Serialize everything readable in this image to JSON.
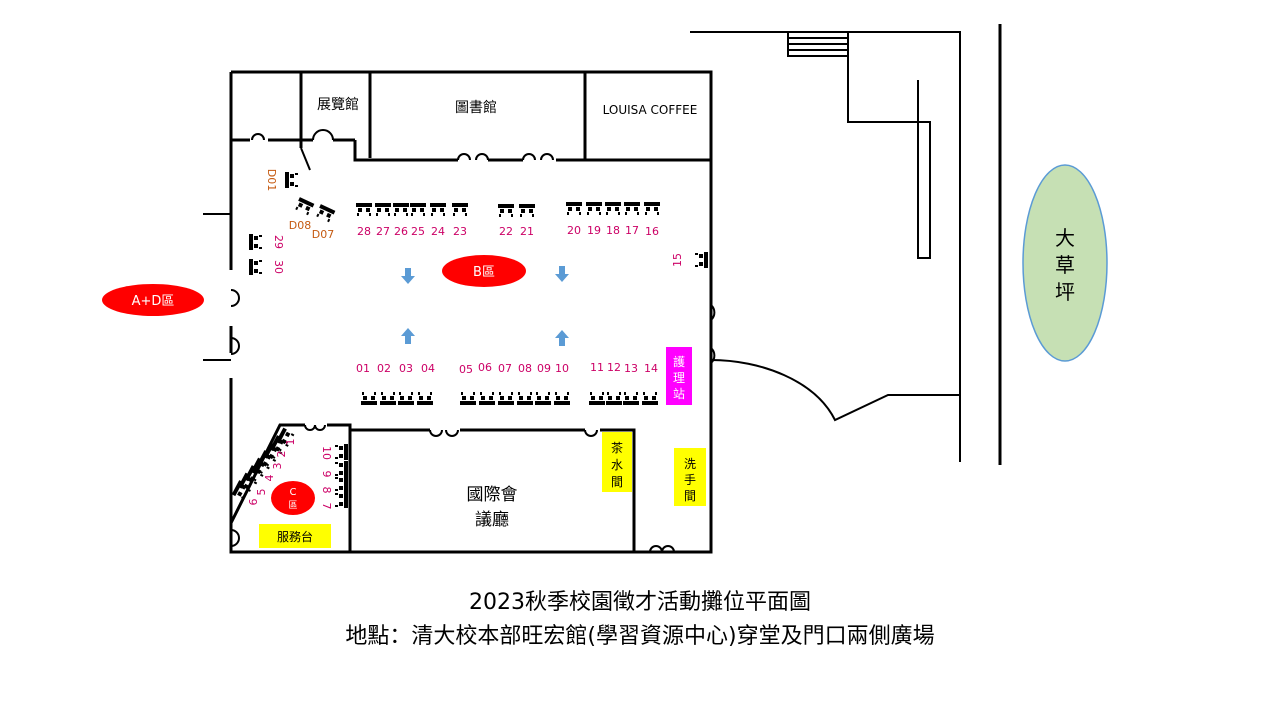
{
  "rooms": {
    "exhibition_hall": "展覽館",
    "library": "圖書館",
    "louisa": "LOUISA COFFEE",
    "conference_line1": "國際會",
    "conference_line2": "議廳",
    "tea_room": [
      "茶",
      "水",
      "間"
    ],
    "restroom": [
      "洗",
      "手",
      "間"
    ],
    "nurse_station": [
      "護",
      "理",
      "站"
    ],
    "service_desk": "服務台",
    "lawn": [
      "大",
      "草",
      "坪"
    ]
  },
  "zones": {
    "ad": "A+D區",
    "b": "B區",
    "c_line1": "C",
    "c_line2": "區"
  },
  "booths": {
    "d_zone": [
      "D01",
      "D08",
      "D07"
    ],
    "b_top_left": [
      "28",
      "27",
      "26",
      "25",
      "24",
      "23"
    ],
    "b_top_mid": [
      "22",
      "21"
    ],
    "b_top_right": [
      "20",
      "19",
      "18",
      "17",
      "16"
    ],
    "b_right": [
      "15"
    ],
    "b_left": [
      "29",
      "30"
    ],
    "b_bottom_left": [
      "01",
      "02",
      "03",
      "04"
    ],
    "b_bottom_mid": [
      "05",
      "06",
      "07",
      "08",
      "09",
      "10"
    ],
    "b_bottom_right": [
      "11",
      "12",
      "13",
      "14"
    ],
    "c_diagonal": [
      "1",
      "2",
      "3",
      "4",
      "5",
      "6"
    ],
    "c_column": [
      "10",
      "9",
      "8",
      "7"
    ]
  },
  "caption": {
    "title": "2023秋季校園徵才活動攤位平面圖",
    "location": "地點：清大校本部旺宏館(學習資源中心)穿堂及門口兩側廣場"
  },
  "colors": {
    "zone_red": "#ff0000",
    "booth_number_pink": "#cc0066",
    "d_booth_brown": "#c55a11",
    "nurse_magenta": "#ff00ff",
    "label_yellow": "#ffff00",
    "lawn_green": "#c6e0b4",
    "lawn_stroke": "#5b9bd5",
    "arrow_blue": "#5b9bd5"
  }
}
